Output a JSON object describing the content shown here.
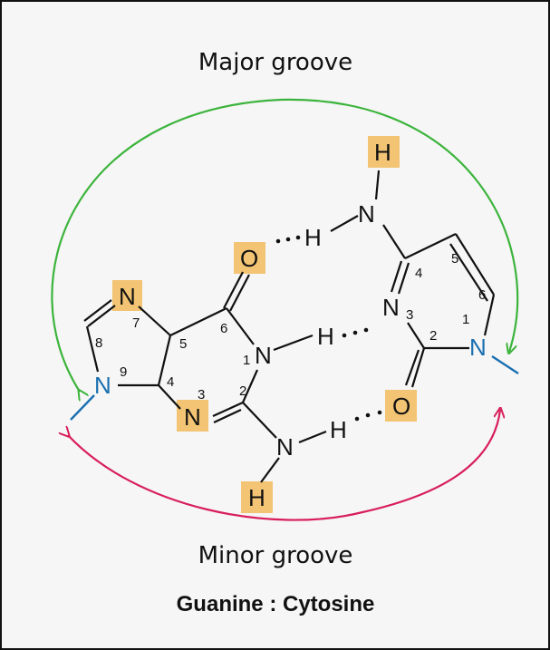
{
  "labels": {
    "major_groove": "Major groove",
    "minor_groove": "Minor groove",
    "title": "Guanine : Cytosine"
  },
  "atoms": {
    "g_n7": "N",
    "g_n9": "N",
    "g_n3": "N",
    "g_n1": "N",
    "g_o6": "O",
    "g_n2": "N",
    "g_h2": "H",
    "c_h_top": "H",
    "c_n4": "N",
    "c_n3": "N",
    "c_n1": "N",
    "c_o2": "O",
    "hb_h1": "H",
    "hb_h2": "H",
    "hb_h3": "H"
  },
  "numbers": {
    "g1": "1",
    "g2": "2",
    "g3": "3",
    "g4": "4",
    "g5": "5",
    "g6": "6",
    "g7": "7",
    "g8": "8",
    "g9": "9",
    "c1": "1",
    "c2": "2",
    "c3": "3",
    "c4": "4",
    "c5": "5",
    "c6": "6"
  },
  "colors": {
    "highlight": "#f2c473",
    "major_arrow": "#3cb43c",
    "minor_arrow": "#d81e5b",
    "glycosidic_n": "#1a6fb0"
  }
}
